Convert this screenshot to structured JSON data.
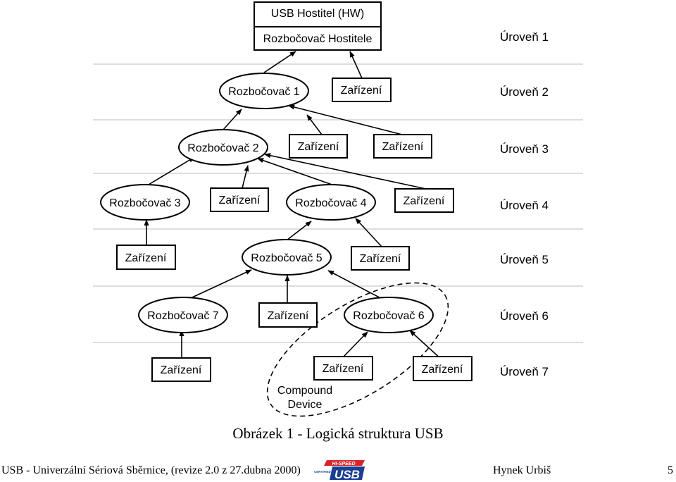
{
  "host": {
    "line1": "USB Hostitel (HW)",
    "line2": "Rozbočovač Hostitele"
  },
  "levels": [
    "Úroveň 1",
    "Úroveň 2",
    "Úroveň 3",
    "Úroveň 4",
    "Úroveň 5",
    "Úroveň 6",
    "Úroveň 7"
  ],
  "hubs": {
    "h1": "Rozbočovač 1",
    "h2": "Rozbočovač 2",
    "h3": "Rozbočovač 3",
    "h4": "Rozbočovač 4",
    "h5": "Rozbočovač 5",
    "h6": "Rozbočovač 6",
    "h7": "Rozbočovač 7"
  },
  "device_label": "Zařízení",
  "compound": {
    "line1": "Compound",
    "line2": "Device"
  },
  "caption": "Obrázek 1 - Logická struktura USB",
  "footer": {
    "left": "USB - Univerzální Sériová Sběrnice, (revize 2.0 z 27.dubna 2000)",
    "author": "Hynek Urbiš",
    "page": "5",
    "logo_top": "HI-SPEED",
    "logo_small": "CERTIFIED",
    "logo_main": "USB"
  },
  "colors": {
    "logo_blue": "#1c3f94",
    "logo_red": "#d7262b"
  }
}
